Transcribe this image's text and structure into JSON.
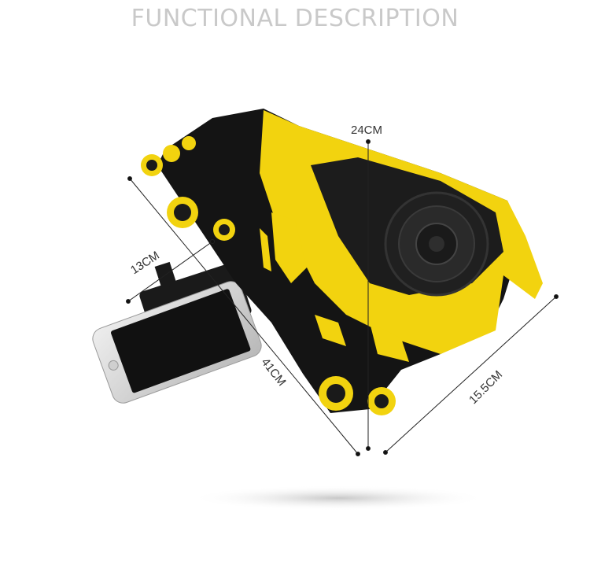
{
  "header": {
    "title": "FUNCTIONAL DESCRIPTION"
  },
  "dimensions": {
    "height": "24CM",
    "mount_width": "13CM",
    "length": "41CM",
    "width": "15.5CM"
  },
  "colors": {
    "accent_yellow": "#f2d30f",
    "body_black": "#141414",
    "phone_silver": "#d9d9d9"
  }
}
